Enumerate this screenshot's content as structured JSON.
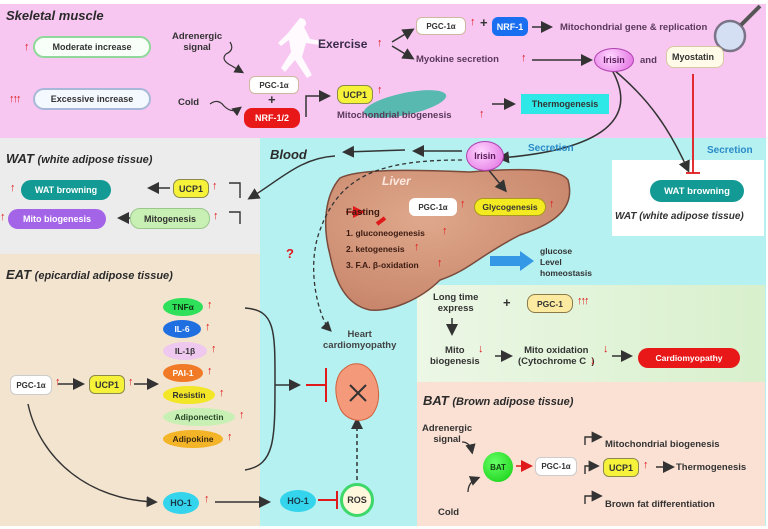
{
  "legend": {
    "moderate_symbol": "↑",
    "moderate_label": "Moderate increase",
    "excessive_symbol": "↑↑↑",
    "excessive_label": "Excessive increase"
  },
  "skeletal_muscle": {
    "title": "Skeletal muscle",
    "adrenergic_signal": "Adrenergic\nsignal",
    "cold": "Cold",
    "pgc1a": "PGC-1α",
    "plus": "+",
    "nrf12": "NRF-1/2",
    "ucp1": "UCP1",
    "mito_biogenesis": "Mitochondrial biogenesis",
    "thermogenesis": "Thermogenesis",
    "exercise": "Exercise",
    "pgc1a_top": "PGC-1α",
    "nrf1": "NRF-1",
    "mito_gene": "Mitochondrial gene & replication",
    "myokine": "Myokine secretion",
    "irisin": "Irisin",
    "and": "and",
    "myostatin": "Myostatin"
  },
  "wat_left": {
    "title": "WAT",
    "subtitle": "(white adipose tissue)",
    "wat_browning": "WAT browning",
    "ucp1": "UCP1",
    "mito_biogenesis": "Mito biogenesis",
    "mitogenesis": "Mitogenesis"
  },
  "blood": {
    "title": "Blood",
    "irisin": "Irisin",
    "secretion_1": "Secretion",
    "secretion_2": "Secretion",
    "question": "?",
    "heart_label": "Heart\ncardiomyopathy",
    "ho1": "HO-1",
    "ros": "ROS"
  },
  "liver": {
    "title": "Liver",
    "fasting": "Fasting",
    "pgc1a": "PGC-1α",
    "glycogenesis": "Glycogenesis",
    "items": [
      "1. gluconeogenesis",
      "2. ketogenesis",
      "3. F.A. β-oxidation"
    ],
    "glucose": "glucose\nLevel\nhomeostasis"
  },
  "wat_right": {
    "wat_browning": "WAT browning",
    "title": "WAT (white adipose tissue)"
  },
  "eat": {
    "title": "EAT",
    "subtitle": "(epicardial adipose tissue)",
    "pgc1a": "PGC-1α",
    "ucp1": "UCP1",
    "markers": [
      {
        "label": "TNFα",
        "bg": "#2ee05a",
        "fg": "#113311"
      },
      {
        "label": "IL-6",
        "bg": "#1f6fe0",
        "fg": "#ffffff"
      },
      {
        "label": "IL-1β",
        "bg": "#eec8ee",
        "fg": "#333333"
      },
      {
        "label": "PAI-1",
        "bg": "#f07a26",
        "fg": "#ffffff"
      },
      {
        "label": "Resistin",
        "bg": "#f2e626",
        "fg": "#333333"
      },
      {
        "label": "Adiponectin",
        "bg": "#c8f0b4",
        "fg": "#2a4a2a"
      },
      {
        "label": "Adipokine",
        "bg": "#f4b428",
        "fg": "#3a2a10"
      }
    ],
    "ho1": "HO-1"
  },
  "cardio": {
    "long_time": "Long time\nexpress",
    "plus": "+",
    "pgc1": "PGC-1",
    "mito_biogenesis": "Mito\nbiogenesis",
    "mito_oxidation": "Mito oxidation\n(Cytochrome C  )",
    "cardiomyopathy": "Cardiomyopathy"
  },
  "bat": {
    "title": "BAT",
    "subtitle": "(Brown adipose tissue)",
    "adrenergic": "Adrenergic\nsignal",
    "cold": "Cold",
    "bat_node": "BAT",
    "pgc1a": "PGC-1α",
    "mito_biogenesis": "Mitochondrial  biogenesis",
    "ucp1": "UCP1",
    "thermogenesis": "Thermogenesis",
    "brown_fat": "Brown fat differentiation"
  },
  "colors": {
    "skeletal_bg": "#f7c6f1",
    "wat_bg": "#eeeeee",
    "blood_bg": "#b3f0f0",
    "eat_bg": "#f5e6d2",
    "bat_bg": "#fbe0d4",
    "cardio_bg": "#e2f4dc",
    "up_arrow": "#e0191b",
    "teal": "#139a94"
  }
}
